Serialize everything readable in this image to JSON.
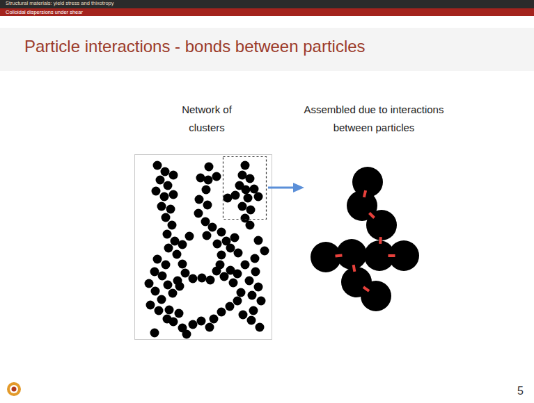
{
  "diagram": {
    "title": "Particle interactions - bonds between particles",
    "labels": [
      "Structural materials: yield stress and thixotropy",
      "Colloidal dispersions under shear",
      "Network of clusters",
      "Assembled due to interactions between particles",
      "5"
    ]
  }
}
